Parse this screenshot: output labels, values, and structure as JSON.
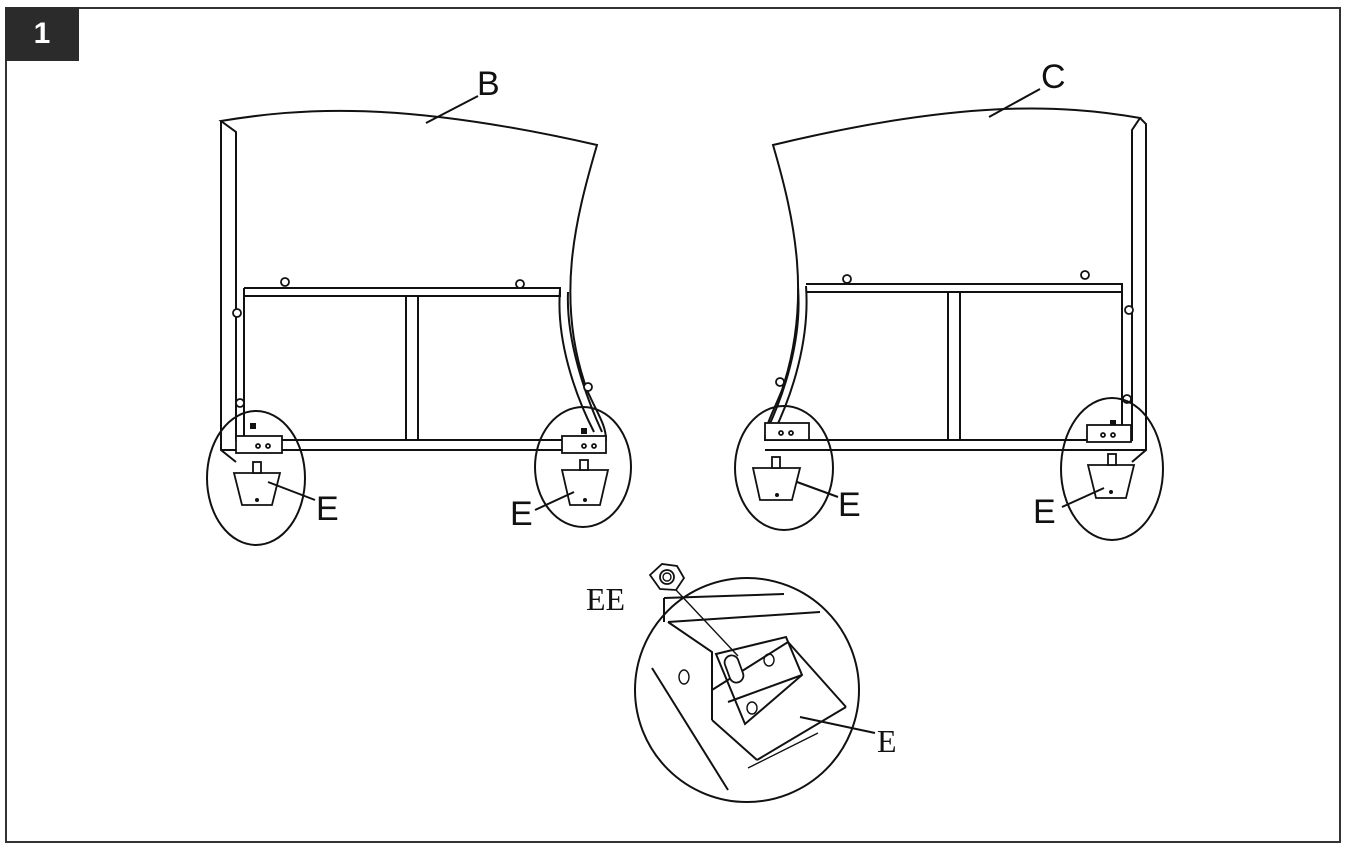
{
  "step": {
    "number": "1"
  },
  "labels": {
    "panel_left": "B",
    "panel_right": "C",
    "foot": "E",
    "nut": "EE",
    "detail_foot": "E"
  },
  "colors": {
    "line": "#111111",
    "badge": "#2b2b2b",
    "frame": "#333333"
  }
}
